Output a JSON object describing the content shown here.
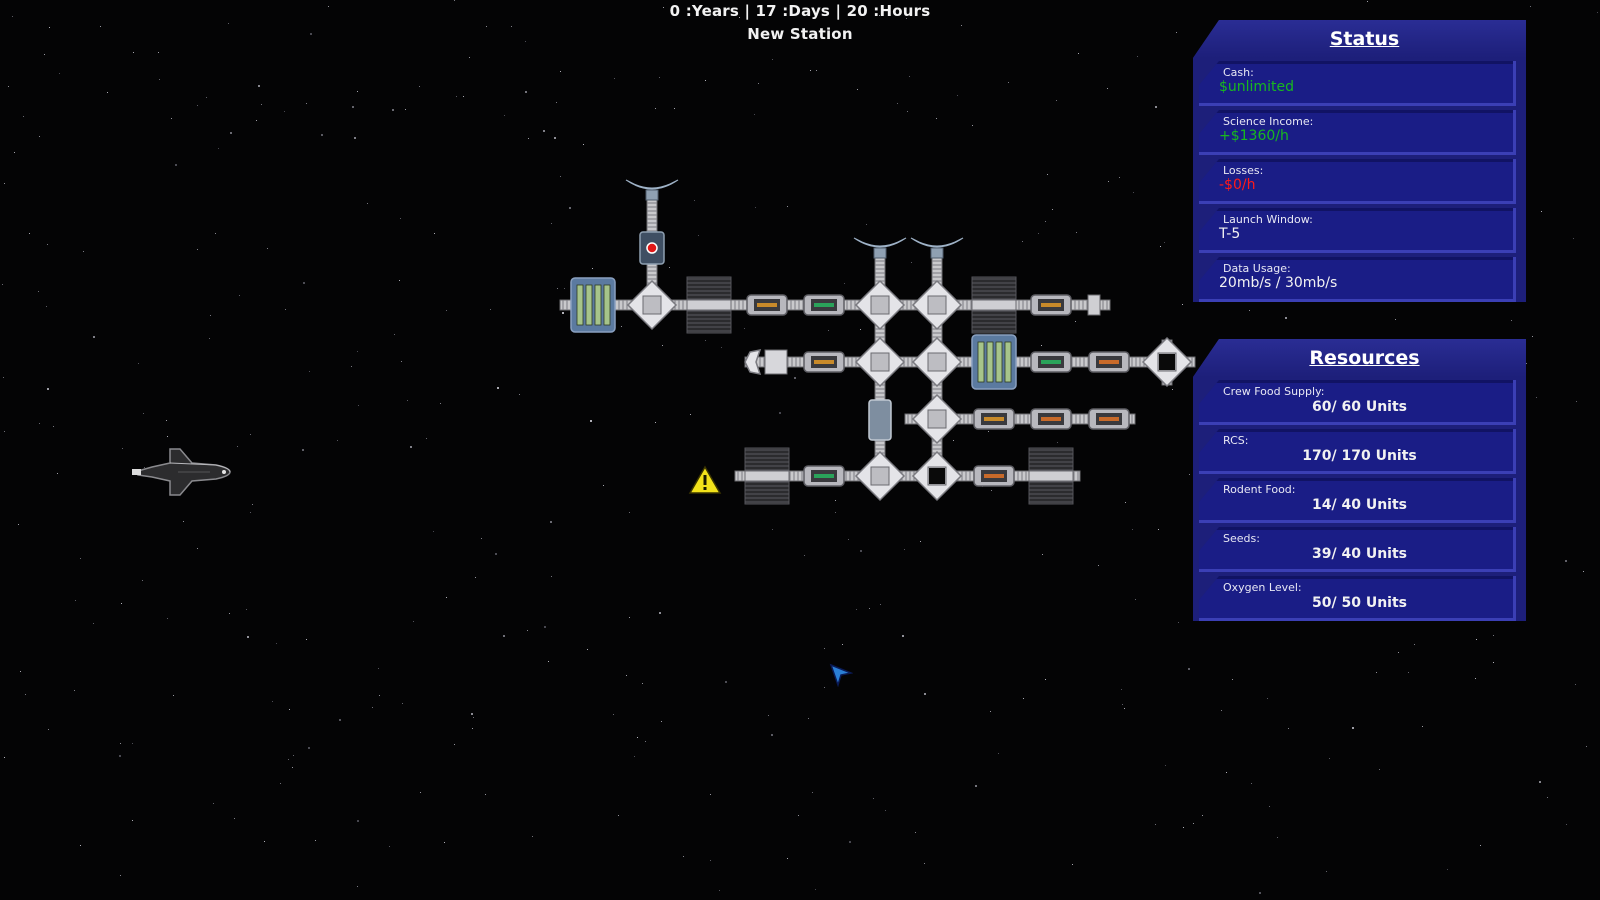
{
  "hud": {
    "clock": "0 :Years | 17 :Days | 20 :Hours",
    "station_name": "New Station"
  },
  "status_panel": {
    "title": "Status",
    "rows": [
      {
        "label": "Cash:",
        "value": "$unlimited",
        "color": "#17b81f"
      },
      {
        "label": "Science Income:",
        "value": "+$1360/h",
        "color": "#17b81f"
      },
      {
        "label": "Losses:",
        "value": "-$0/h",
        "color": "#ff1a1a"
      },
      {
        "label": "Launch Window:",
        "value": "T-5",
        "color": "#f2f2f2"
      },
      {
        "label": "Data Usage:",
        "value": "20mb/s / 30mb/s",
        "color": "#f2f2f2"
      }
    ]
  },
  "resources_panel": {
    "title": "Resources",
    "rows": [
      {
        "label": "Crew Food Supply:",
        "value": "60/ 60 Units"
      },
      {
        "label": "RCS:",
        "value": "170/ 170 Units"
      },
      {
        "label": "Rodent Food:",
        "value": "14/ 40 Units"
      },
      {
        "label": "Seeds:",
        "value": "39/ 40 Units"
      },
      {
        "label": "Oxygen Level:",
        "value": "50/ 50 Units"
      }
    ]
  },
  "icons": {
    "shuttle": "space-shuttle-icon",
    "warning": "warning-triangle-icon",
    "cursor": "pointer-cursor-icon"
  },
  "colors": {
    "panel_bg": "#1d1f7a",
    "positive": "#17b81f",
    "negative": "#ff1a1a",
    "warning": "#f2e21a"
  }
}
